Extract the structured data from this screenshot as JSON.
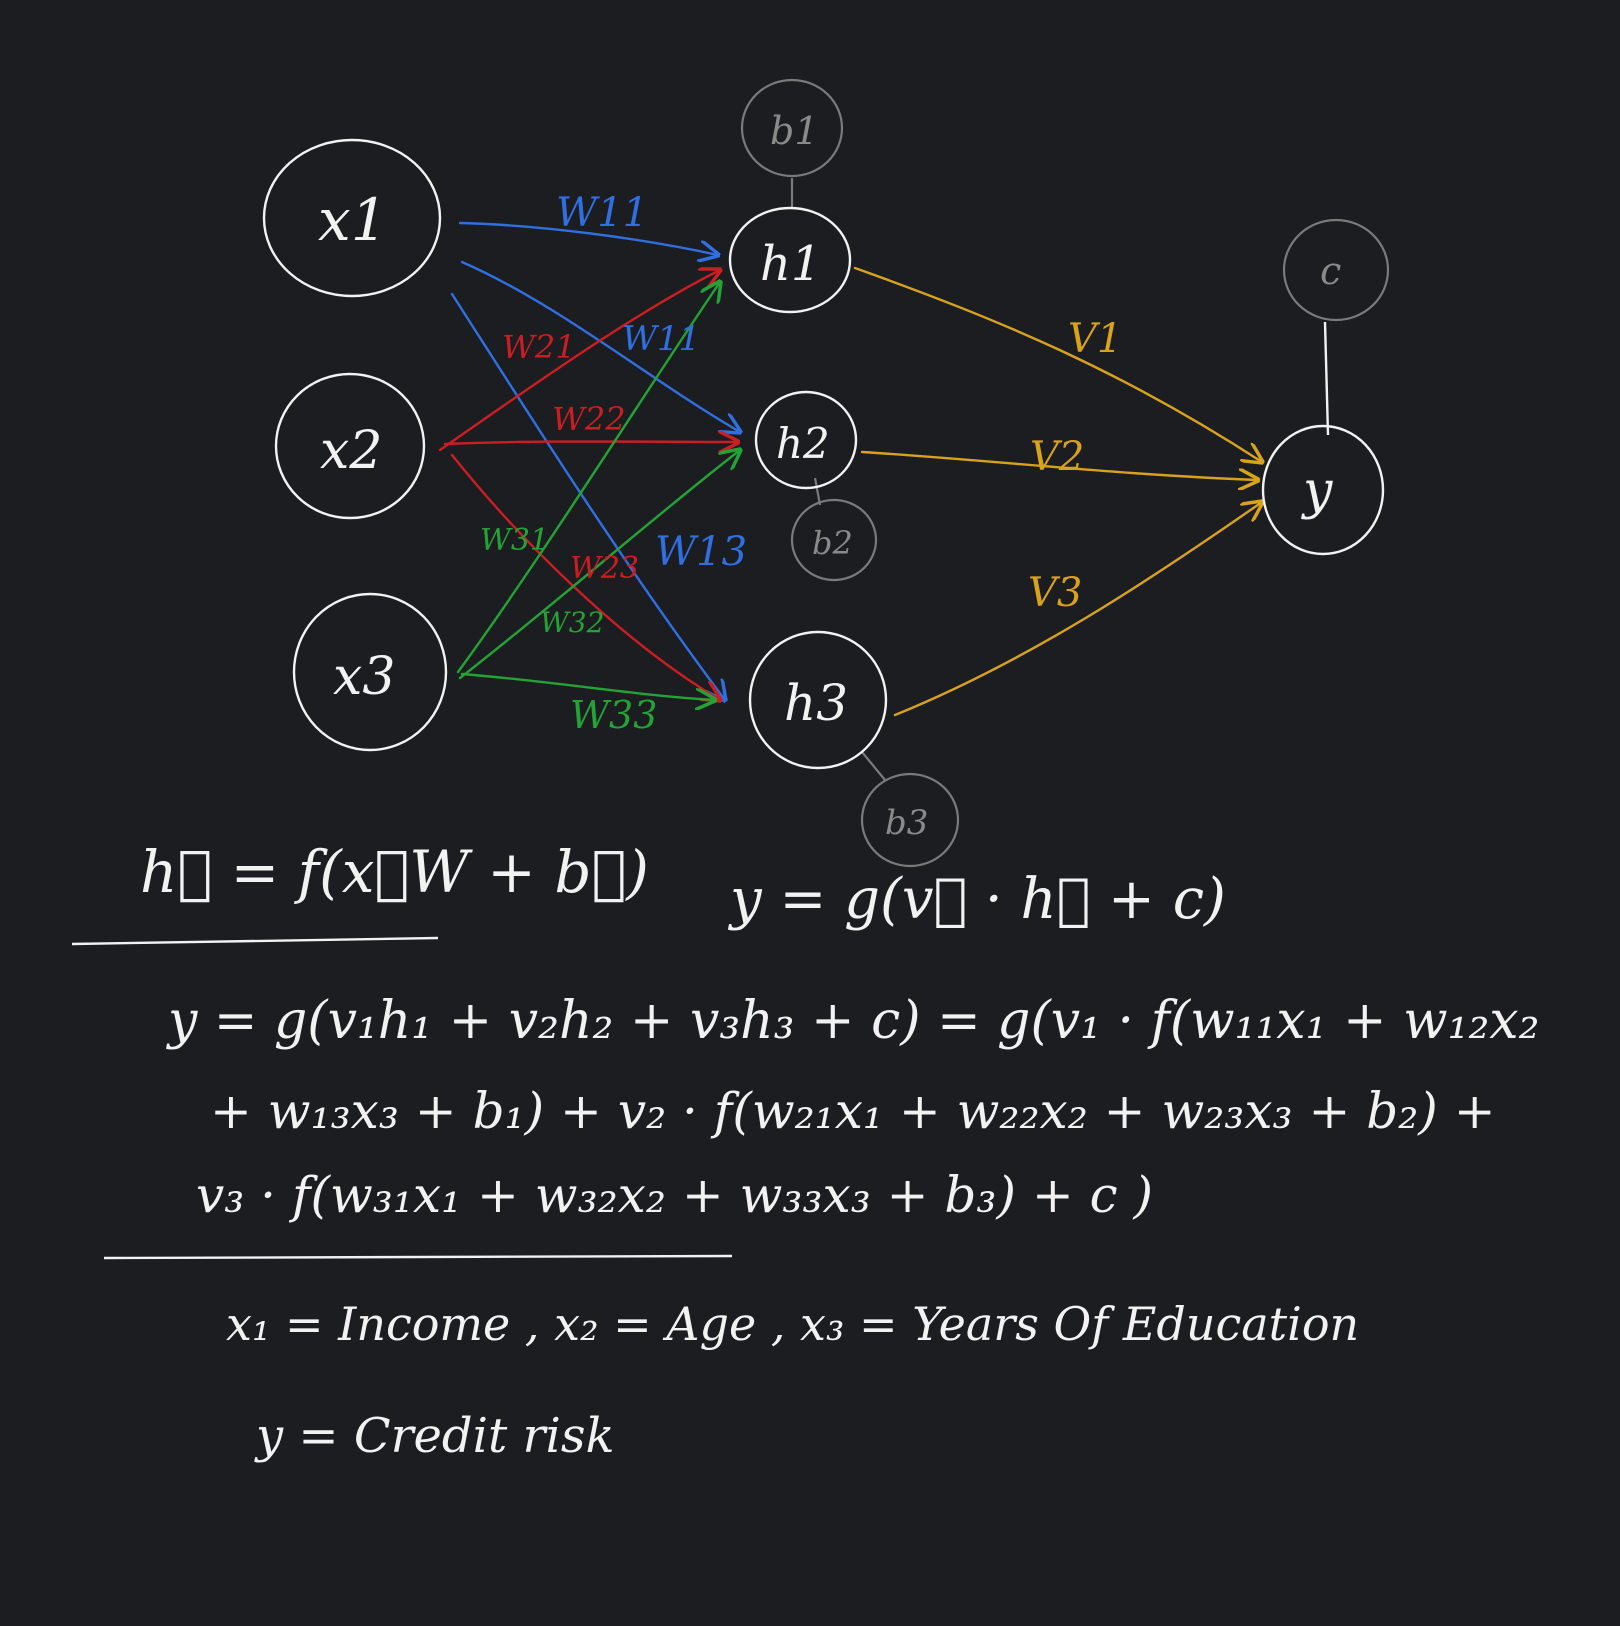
{
  "nodes": {
    "inputs": [
      "x1",
      "x2",
      "x3"
    ],
    "hidden": [
      "h1",
      "h2",
      "h3"
    ],
    "output": "y",
    "hidden_biases": [
      "b1",
      "b2",
      "b3"
    ],
    "output_bias": "c"
  },
  "weight_labels": {
    "from_x1": [
      "W11",
      "W11",
      "W13"
    ],
    "from_x2": [
      "W21",
      "W22",
      "W23"
    ],
    "from_x3": [
      "W31",
      "W32",
      "W33"
    ],
    "to_output": [
      "V1",
      "V2",
      "V3"
    ]
  },
  "colors": {
    "background": "#1c1d21",
    "x1_edges": "#2f6fe0",
    "x2_edges": "#c91e22",
    "x3_edges": "#23a336",
    "output_edges": "#d9a21b",
    "ink": "#f2f2f2",
    "bias_ink": "#7a7a7a"
  },
  "equations": {
    "hidden_vector": "h⃗ = f(x⃗W + b⃗)",
    "output_vector": "y = g(v⃗ · h⃗ + c)",
    "expanded_line1": "y = g(v₁h₁ + v₂h₂ + v₃h₃ + c) = g(v₁ · f(w₁₁x₁ + w₁₂x₂",
    "expanded_line2": "+ w₁₃x₃ + b₁) + v₂ · f(w₂₁x₁ + w₂₂x₂ + w₂₃x₃ + b₂) +",
    "expanded_line3": "v₃ · f(w₃₁x₁ + w₃₂x₂ + w₃₃x₃ + b₃) + c )"
  },
  "definitions": {
    "line1": "x₁ = Income  ,  x₂ = Age ,  x₃ = Years Of Education",
    "line2": "y = Credit risk"
  }
}
